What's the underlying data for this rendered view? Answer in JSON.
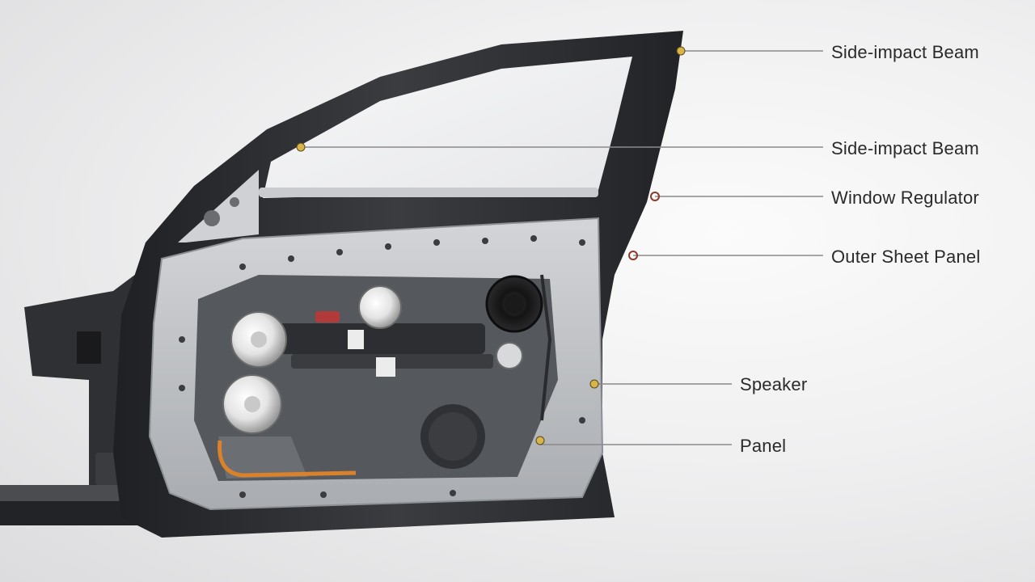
{
  "diagram": {
    "subject": "Car front door inner structure (cutaway)",
    "callouts": [
      {
        "label": "Side-impact Beam"
      },
      {
        "label": "Side-impact Beam"
      },
      {
        "label": "Window Regulator"
      },
      {
        "label": "Outer Sheet Panel"
      },
      {
        "label": "Speaker"
      },
      {
        "label": "Panel"
      }
    ],
    "colors": {
      "frame": "#2b2d30",
      "inner_panel": "#b9bcc0",
      "module": "#4a4d52",
      "accent": "#d9822b",
      "leader_line": "#8a8a8a",
      "marker": "#d8b54a"
    }
  }
}
